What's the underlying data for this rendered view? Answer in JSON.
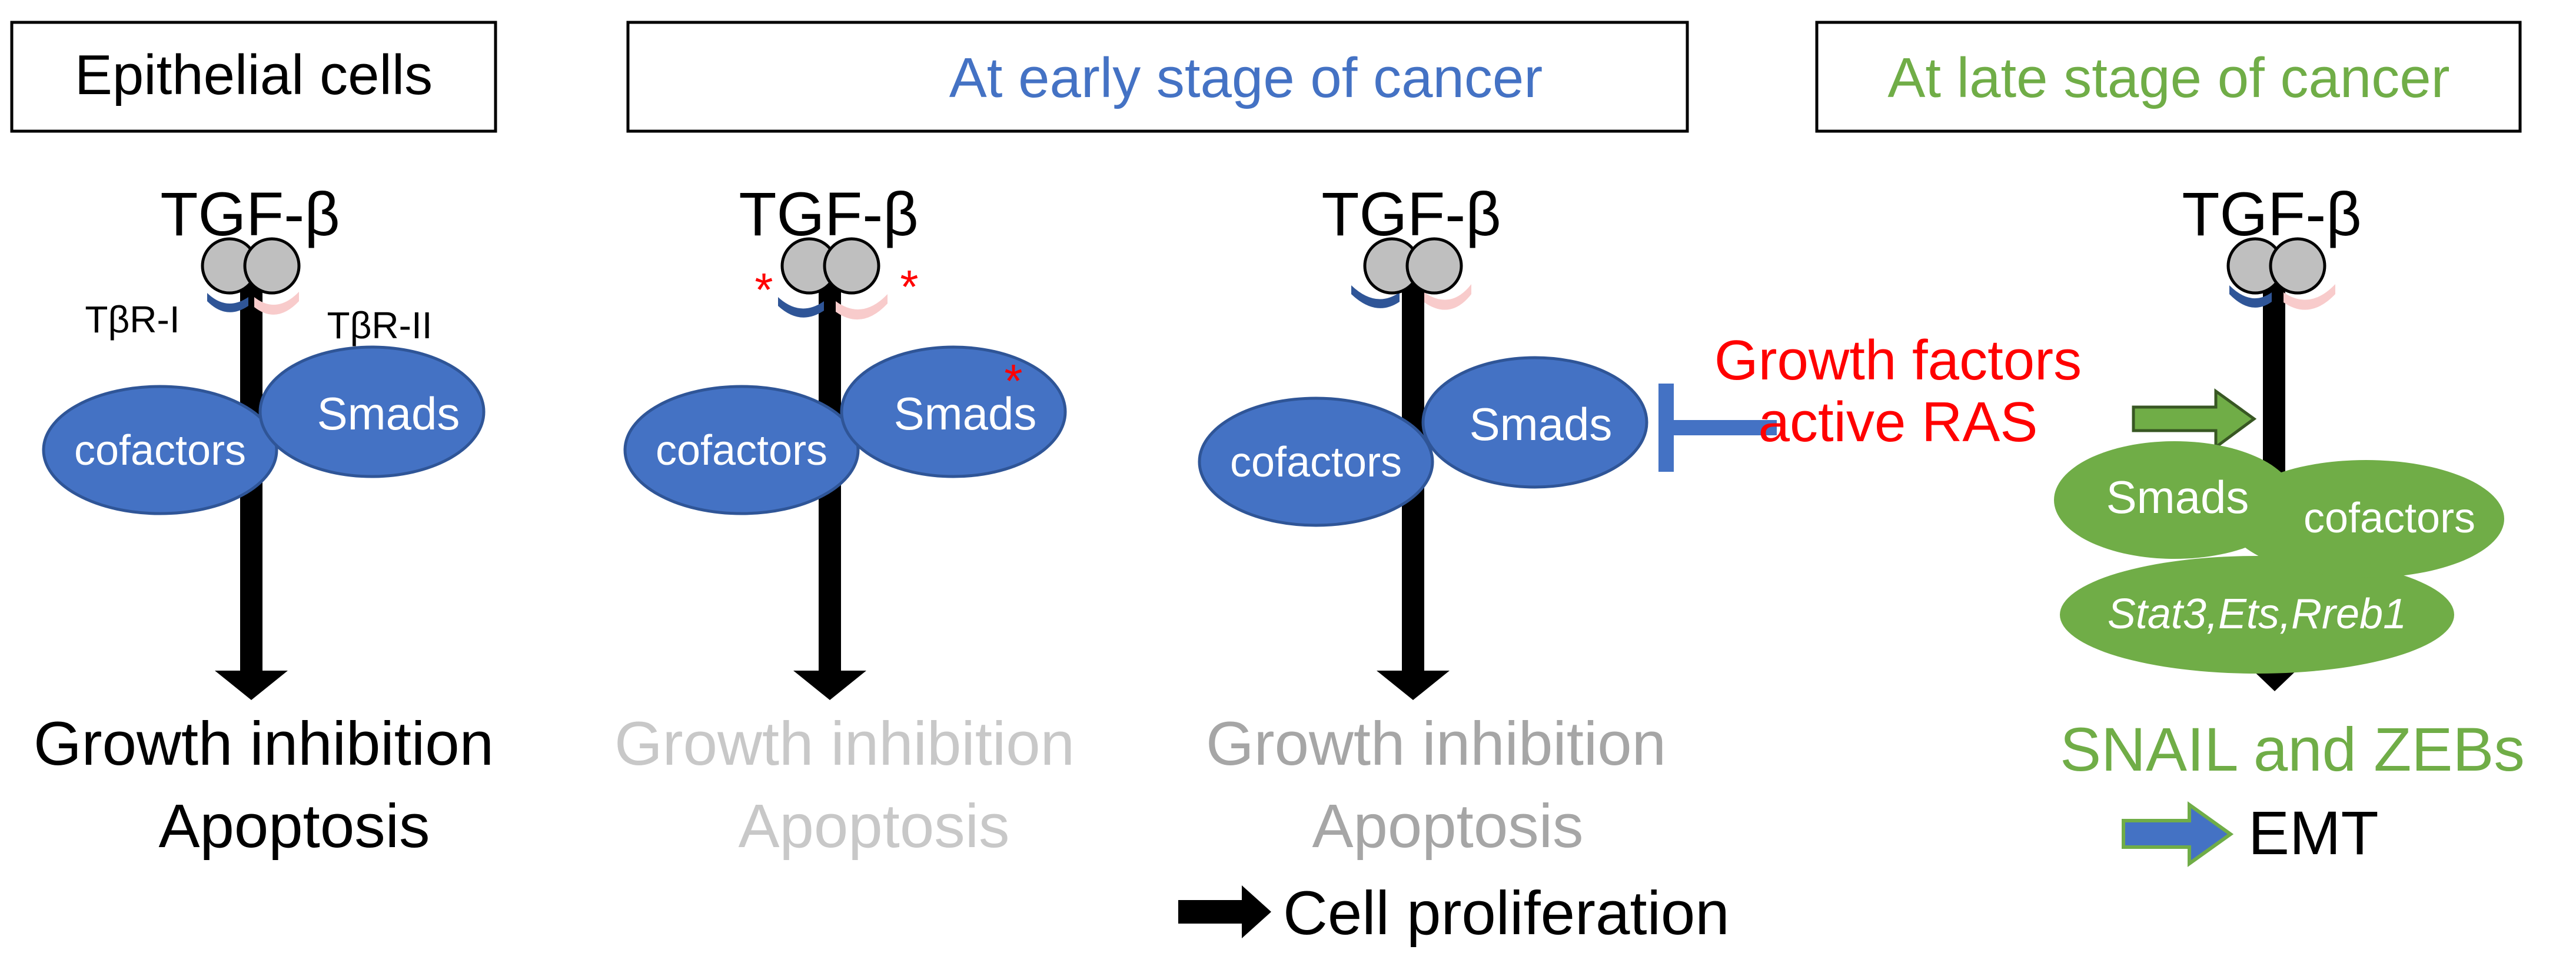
{
  "headers": {
    "epithelial": "Epithelial cells",
    "early": "At early stage of cancer",
    "late": "At late stage of cancer"
  },
  "ligand": "TGF-β",
  "receptors": {
    "type1": "TβR-I",
    "type2": "TβR-II"
  },
  "asterisk": "*",
  "labels": {
    "smads": "Smads",
    "cofactors": "cofactors",
    "late_cofactors": "Stat3,Ets,Rreb1"
  },
  "outcomes": {
    "growth_inhibition": "Growth inhibition",
    "apoptosis": "Apoptosis",
    "cell_proliferation": "Cell proliferation",
    "snail_zebs": "SNAIL and ZEBs",
    "emt": "EMT"
  },
  "growth_factors": {
    "line1": "Growth factors",
    "line2": "active RAS"
  },
  "colors": {
    "early_text": "#4472C4",
    "late_text": "#70AD47",
    "blue_oval": "#4472C4",
    "green_oval": "#70AD47",
    "receptor_type1": "#2F5597",
    "receptor_type2": "#F8CBCB",
    "ligand_gray": "#BFBFBF",
    "faded_light": "#C8C8C8",
    "faded_mid": "#A6A6A6",
    "red_text": "#FF0000",
    "inhibit_bar": "#4472C4"
  }
}
